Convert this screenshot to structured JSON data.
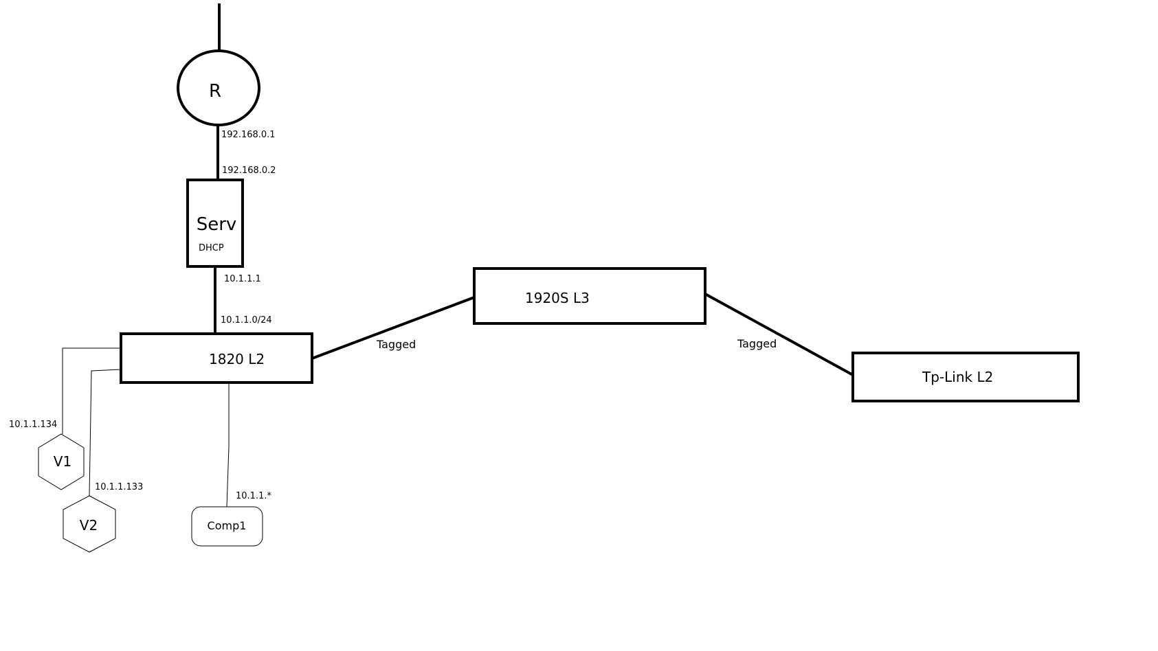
{
  "colors": {
    "stroke": "#000000",
    "background": "#ffffff"
  },
  "nodes": {
    "router": {
      "label": "R",
      "ip_below": "192.168.0.1"
    },
    "server": {
      "label": "Serv",
      "sublabel": "DHCP",
      "ip_above": "192.168.0.2",
      "ip_below": "10.1.1.1"
    },
    "switch_1820": {
      "label": "1820  L2",
      "ip_above": "10.1.1.0/24"
    },
    "switch_1920s": {
      "label": "1920S  L3"
    },
    "tplink": {
      "label": "Tp-Link  L2"
    },
    "v1": {
      "label": "V1",
      "ip": "10.1.1.134"
    },
    "v2": {
      "label": "V2",
      "ip": "10.1.1.133"
    },
    "comp1": {
      "label": "Comp1",
      "ip": "10.1.1.*"
    }
  },
  "links": {
    "switch_to_1920s": {
      "label": "Tagged"
    },
    "1920s_to_tplink": {
      "label": "Tagged"
    }
  }
}
